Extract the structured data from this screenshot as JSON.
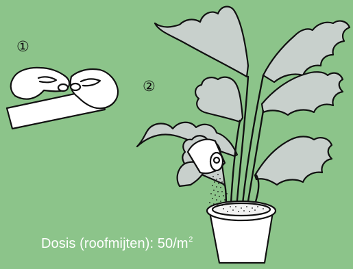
{
  "colors": {
    "background": "#8cc48a",
    "line": "#111111",
    "fill": "#ffffff",
    "leaf": "#c8d0cc"
  },
  "steps": {
    "step1_marker": "①",
    "step2_marker": "②"
  },
  "dose": {
    "text": "Dosis (roofmijten): 50/m",
    "superscript": "2"
  }
}
